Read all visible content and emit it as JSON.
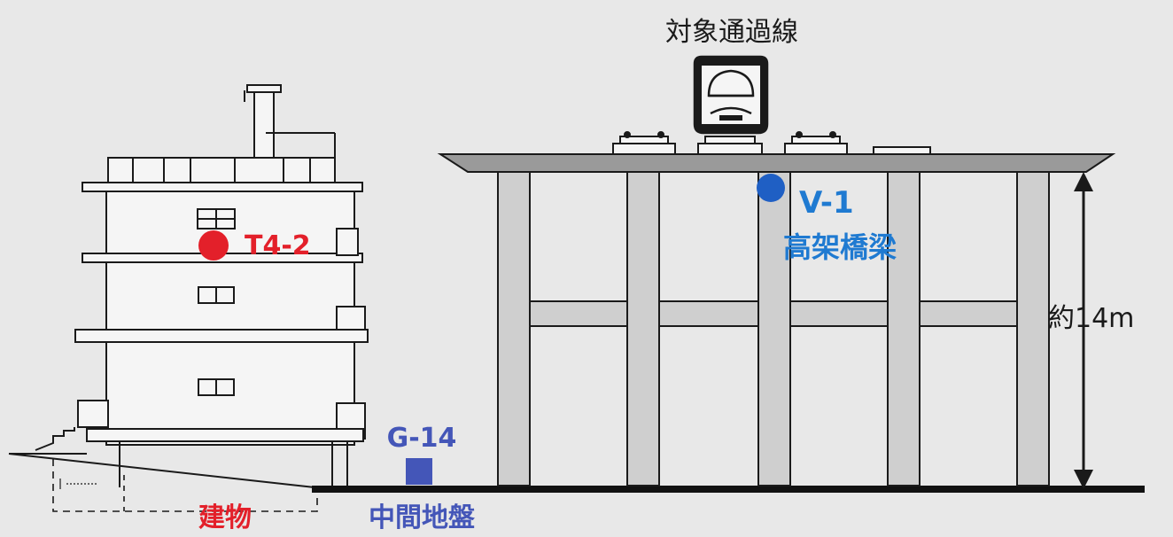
{
  "labels": {
    "train_line": "対象通過線",
    "viaduct_point": "V-1",
    "viaduct": "高架橋梁",
    "height": "約14m",
    "building_point": "T4-2",
    "building": "建物",
    "ground_point": "G-14",
    "ground": "中間地盤"
  },
  "colors": {
    "background": "#e8e8e8",
    "structure_fill": "#f5f5f5",
    "pillar_fill": "#cfcfcf",
    "line": "#1a1a1a",
    "red_marker": "#e3202a",
    "red_text": "#e3202a",
    "blue_marker": "#1f5fc4",
    "blue_text": "#1f7ad1",
    "ground_marker": "#4456b8",
    "ground_text": "#4456b8"
  }
}
